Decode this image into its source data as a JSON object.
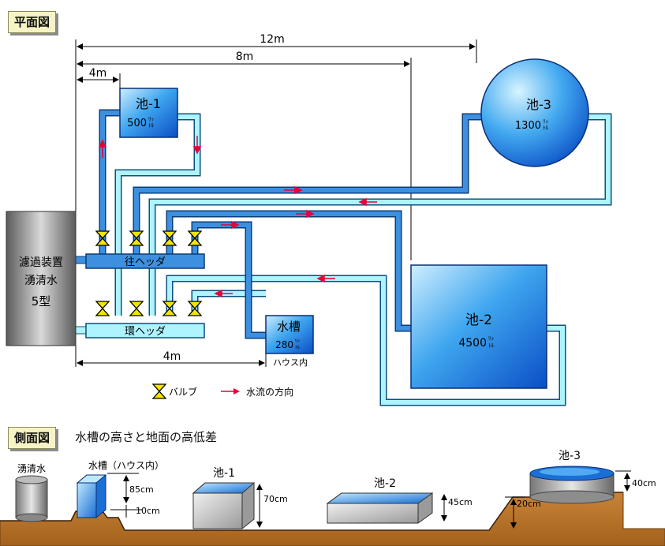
{
  "plan": {
    "title": "平面図",
    "dim_12m": "12m",
    "dim_8m": "8m",
    "dim_4m_top": "4m",
    "dim_4m_bottom": "4m",
    "filter": {
      "line1": "濾過装置",
      "line2": "湧清水",
      "line3": "5型"
    },
    "outflow_header": "往ヘッダ",
    "return_header": "環ヘッダ",
    "pond1": {
      "name": "池-1",
      "volume": "500",
      "unit_top": "ﾘｯ",
      "unit_bottom": "ﾄﾙ"
    },
    "pond2": {
      "name": "池-2",
      "volume": "4500",
      "unit_top": "ﾘｯ",
      "unit_bottom": "ﾄﾙ"
    },
    "pond3": {
      "name": "池-3",
      "volume": "1300",
      "unit_top": "ﾘｯ",
      "unit_bottom": "ﾄﾙ"
    },
    "tank": {
      "name": "水槽",
      "volume": "280",
      "unit_top": "ﾘｯ",
      "unit_bottom": "ﾄﾙ",
      "note": "ハウス内"
    },
    "legend": {
      "valve": "バルブ",
      "flow": "水流の方向"
    },
    "colors": {
      "supply_pipe": "#3d8fe0",
      "return_pipe": "#aef4ff",
      "flow_arrow": "#e8003a",
      "valve": "#f2e500"
    }
  },
  "side": {
    "title": "側面図",
    "subtitle": "水槽の高さと地面の高低差",
    "spring": "湧清水",
    "tank": "水槽（ハウス内）",
    "pond1": "池-1",
    "pond2": "池-2",
    "pond3": "池-3",
    "dim_85": "85cm",
    "dim_10": "10cm",
    "dim_70": "70cm",
    "dim_45": "45cm",
    "dim_20": "20cm",
    "dim_40": "40cm"
  }
}
